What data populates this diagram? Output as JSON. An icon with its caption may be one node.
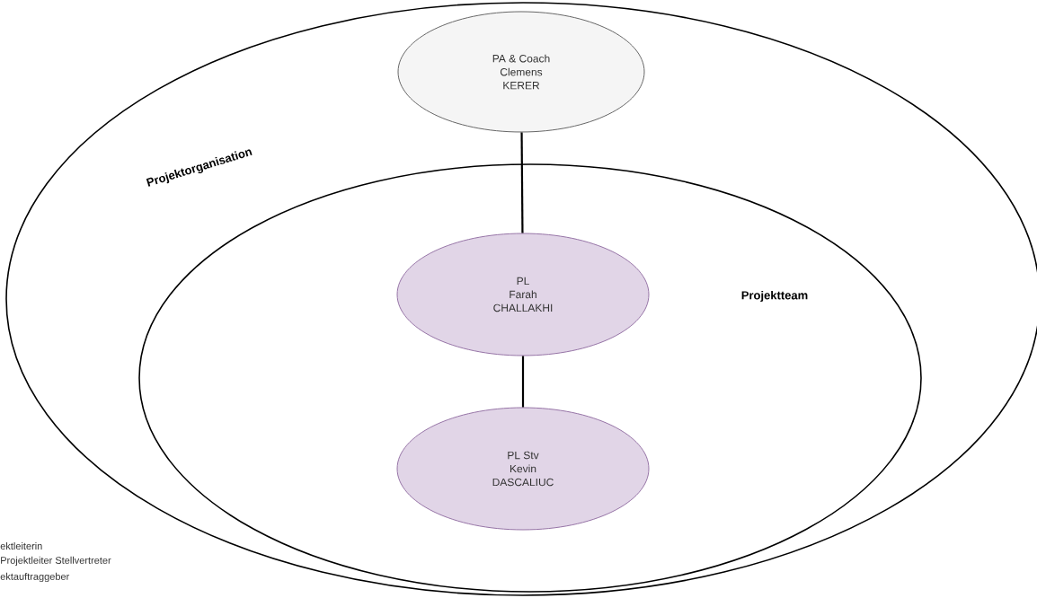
{
  "diagram": {
    "nodes": [
      {
        "text": [
          "Projektorganisation"
        ]
      },
      {
        "text": [
          "PA & Coach",
          "Clemens",
          "KERER"
        ],
        "in": 0
      },
      {
        "text": [
          "Projektteam"
        ],
        "in": 0
      },
      {
        "text": [
          "PL",
          "Farah",
          "CHALLAKHI"
        ],
        "in": 2
      },
      {
        "text": [
          "PL Stv",
          "Kevin",
          "DASCALIUC"
        ],
        "in": 2
      }
    ],
    "edges": [
      {
        "from": 1,
        "to": 3,
        "arrow": "none"
      },
      {
        "from": 3,
        "to": 4,
        "arrow": "none"
      }
    ],
    "labels": [
      "ektleiterin",
      "Projektleiter Stellvertreter",
      "ektauftraggeber"
    ]
  }
}
